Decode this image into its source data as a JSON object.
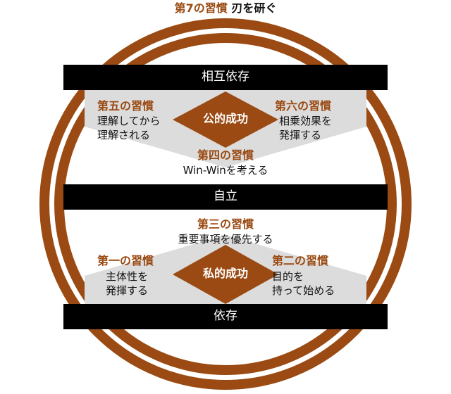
{
  "title": {
    "habit": "第7の習慣",
    "text": "刃を研ぐ"
  },
  "bars": {
    "interdependence": "相互依存",
    "independence": "自立",
    "dependence": "依存"
  },
  "public_victory": "公的成功",
  "private_victory": "私的成功",
  "habits": {
    "h1": {
      "title": "第一の習慣",
      "line1": "主体性を",
      "line2": "発揮する"
    },
    "h2": {
      "title": "第二の習慣",
      "line1": "目的を",
      "line2": "持って始める"
    },
    "h3": {
      "title": "第三の習慣",
      "line1": "重要事項を優先する"
    },
    "h4": {
      "title": "第四の習慣",
      "line1": "Win-Winを考える"
    },
    "h5": {
      "title": "第五の習慣",
      "line1": "理解してから",
      "line2": "理解される"
    },
    "h6": {
      "title": "第六の習慣",
      "line1": "相乗効果を",
      "line2": "発揮する"
    }
  },
  "colors": {
    "ring": "#9a4a12",
    "bar": "#000000",
    "diamond": "#9a4a12",
    "wedge": "#dcdcdc",
    "title_text": "#9a4a12"
  }
}
